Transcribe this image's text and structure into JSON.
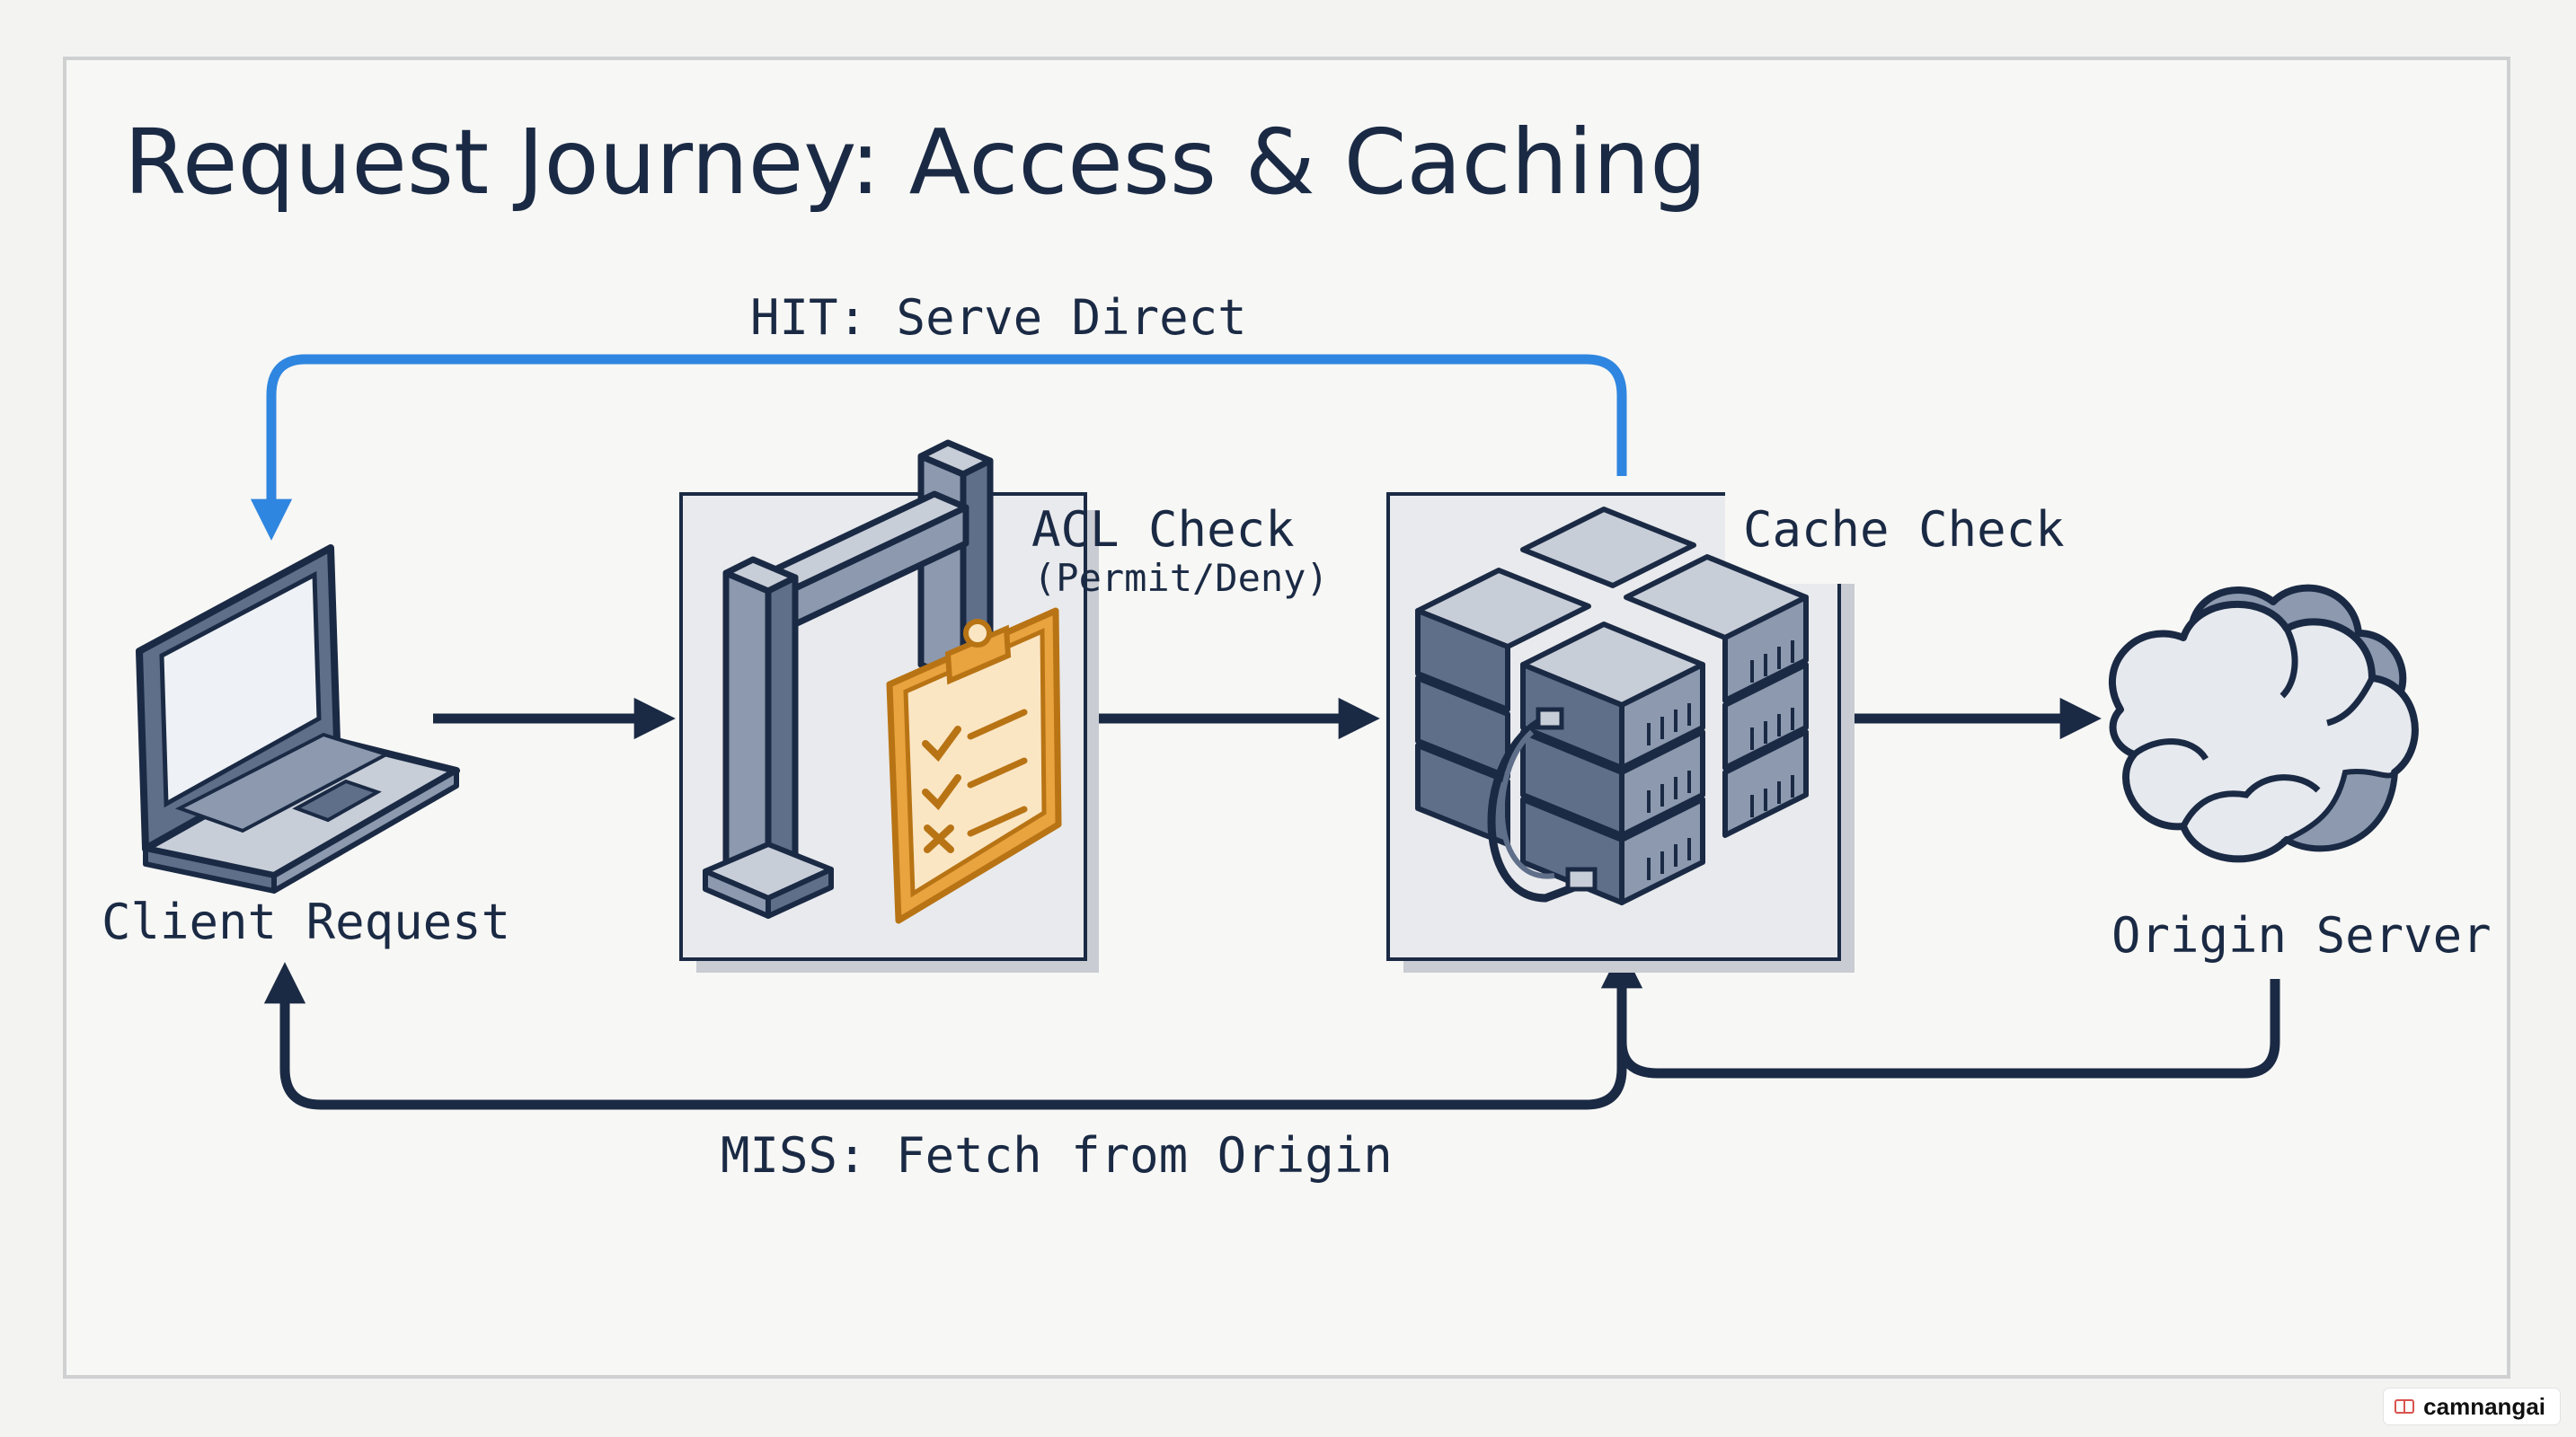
{
  "title": "Request Journey: Access & Caching",
  "nodes": {
    "client": {
      "label": "Client Request"
    },
    "acl": {
      "label": "ACL Check",
      "sublabel": "(Permit/Deny)"
    },
    "cache": {
      "label": "Cache Check"
    },
    "origin": {
      "label": "Origin Server"
    }
  },
  "flows": {
    "hit": {
      "label": "HIT: Serve Direct",
      "color": "#2f86e0"
    },
    "miss": {
      "label": "MISS: Fetch from Origin",
      "color": "#1b2a44"
    }
  },
  "colors": {
    "ink": "#1b2a44",
    "accent": "#e9a33f",
    "device": "#5f6f8a",
    "light": "#c8ced8"
  },
  "watermark": "camnangai"
}
